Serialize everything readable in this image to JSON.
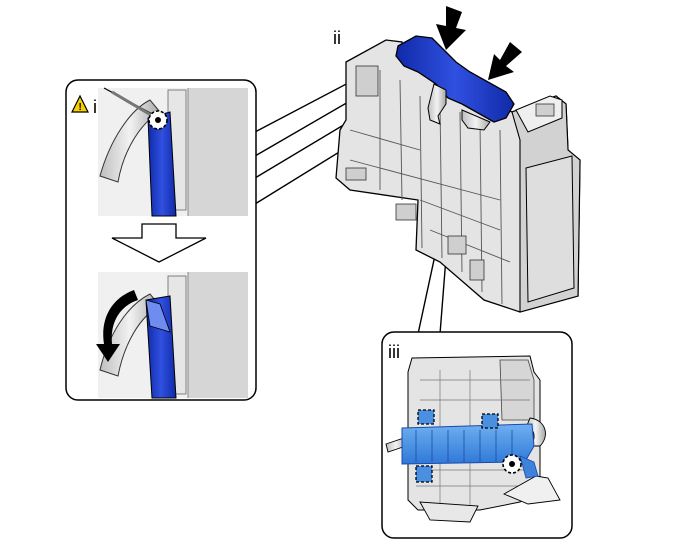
{
  "labels": {
    "panel_i": "i",
    "main_view": "ii",
    "panel_iii": "iii"
  },
  "icons": {
    "caution": "warning-triangle-icon",
    "push_arrow": "push-arrow-icon",
    "direction_arrow": "hollow-down-arrow-icon",
    "rotate_arrow": "curved-rotate-arrow-icon",
    "clip_marker": "dashed-circle-marker-icon",
    "claw_marker": "dashed-square-marker-icon"
  },
  "colors": {
    "highlight_part": "#1e3fc8",
    "highlight_part_light": "#4a8fe0",
    "caution_yellow": "#f5d000",
    "housing": "#e2e2e2",
    "outline": "#000000"
  }
}
